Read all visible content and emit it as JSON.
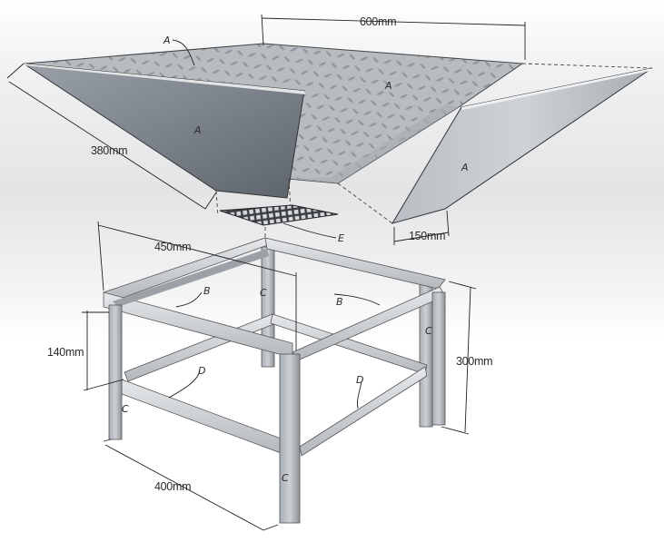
{
  "dimensions": {
    "width_600": "600mm",
    "depth_380": "380mm",
    "base_150": "150mm",
    "frame_450": "450mm",
    "frame_400": "400mm",
    "height_300": "300mm",
    "height_140": "140mm"
  },
  "part_labels": {
    "A": "A",
    "B": "B",
    "C": "C",
    "D": "D",
    "E": "E"
  },
  "colors": {
    "sheet_metal_light": "#cfd3d8",
    "sheet_metal_dark": "#7b828b",
    "frame_light": "#d9dde0",
    "frame_dark": "#8d9298",
    "background_fade": "#e6e7e8"
  }
}
